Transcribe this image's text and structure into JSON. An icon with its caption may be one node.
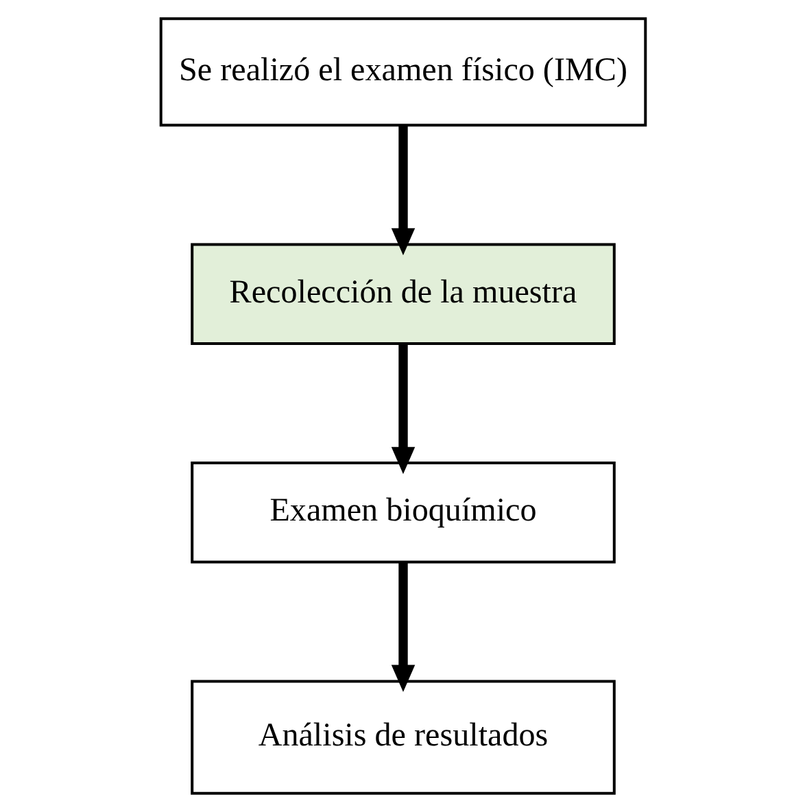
{
  "diagram": {
    "nodes": [
      {
        "text": [
          "Se realizó el examen físico (IMC)"
        ]
      },
      {
        "text": [
          "Recolección de la muestra"
        ]
      },
      {
        "text": [
          "Examen bioquímico"
        ]
      },
      {
        "text": [
          "Análisis de resultados"
        ]
      }
    ],
    "edges": [
      {
        "from": 0,
        "to": 1,
        "arrow": "to"
      },
      {
        "from": 1,
        "to": 2,
        "arrow": "to"
      },
      {
        "from": 2,
        "to": 3,
        "arrow": "to"
      }
    ]
  }
}
